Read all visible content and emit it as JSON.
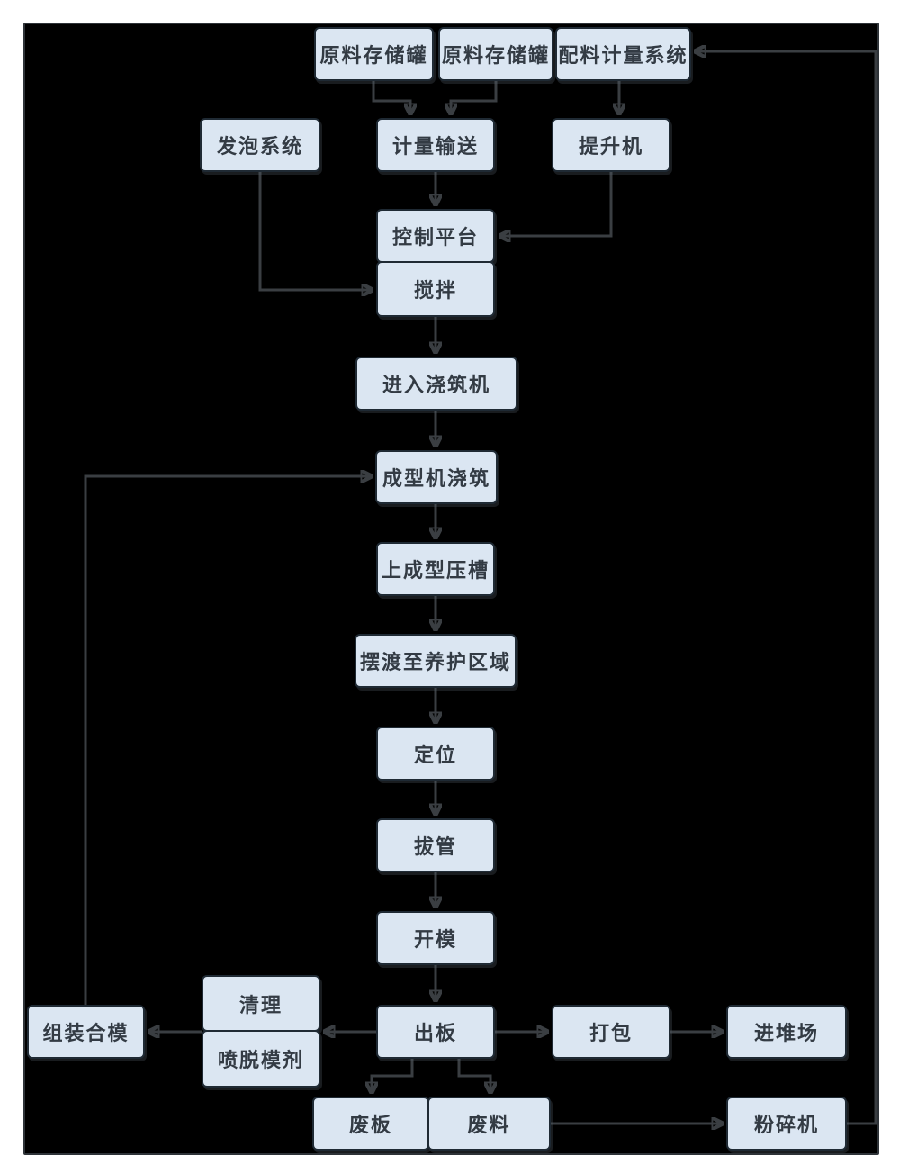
{
  "diagram": {
    "type": "flowchart",
    "language": "zh-CN",
    "colors": {
      "page_background": "#ffffff",
      "canvas_background": "#000000",
      "canvas_border": "#2e3338",
      "node_fill": "#dbe6f2",
      "node_border": "#1f2a34",
      "node_text": "#333b44",
      "connector": "#3a3e42"
    },
    "nodes": {
      "raw_tank_1": {
        "label": "原料存储罐"
      },
      "raw_tank_2": {
        "label": "原料存储罐"
      },
      "batching_system": {
        "label": "配料计量系统"
      },
      "foaming_system": {
        "label": "发泡系统"
      },
      "metering_conveyor": {
        "label": "计量输送"
      },
      "elevator": {
        "label": "提升机"
      },
      "control_platform": {
        "label": "控制平台"
      },
      "mixing": {
        "label": "搅拌"
      },
      "enter_pouring_machine": {
        "label": "进入浇筑机"
      },
      "forming_machine_pouring": {
        "label": "成型机浇筑"
      },
      "upper_forming_groove": {
        "label": "上成型压槽"
      },
      "ferry_to_curing_area": {
        "label": "摆渡至养护区域"
      },
      "positioning": {
        "label": "定位"
      },
      "tube_pulling": {
        "label": "拔管"
      },
      "mold_opening": {
        "label": "开模"
      },
      "board_out": {
        "label": "出板"
      },
      "packing": {
        "label": "打包"
      },
      "into_stockyard": {
        "label": "进堆场"
      },
      "assembly_mold_closing": {
        "label": "组装合模"
      },
      "cleaning": {
        "label": "清理"
      },
      "spray_release_agent": {
        "label": "喷脱模剂"
      },
      "waste_board": {
        "label": "废板"
      },
      "waste_material": {
        "label": "废料"
      },
      "crusher": {
        "label": "粉碎机"
      }
    },
    "edges": [
      {
        "from": "raw_tank_1",
        "to": "metering_conveyor"
      },
      {
        "from": "raw_tank_2",
        "to": "metering_conveyor"
      },
      {
        "from": "batching_system",
        "to": "elevator"
      },
      {
        "from": "metering_conveyor",
        "to": "control_platform"
      },
      {
        "from": "elevator",
        "to": "control_platform"
      },
      {
        "from": "foaming_system",
        "to": "mixing"
      },
      {
        "from": "mixing",
        "to": "enter_pouring_machine"
      },
      {
        "from": "enter_pouring_machine",
        "to": "forming_machine_pouring"
      },
      {
        "from": "forming_machine_pouring",
        "to": "upper_forming_groove"
      },
      {
        "from": "upper_forming_groove",
        "to": "ferry_to_curing_area"
      },
      {
        "from": "ferry_to_curing_area",
        "to": "positioning"
      },
      {
        "from": "positioning",
        "to": "tube_pulling"
      },
      {
        "from": "tube_pulling",
        "to": "mold_opening"
      },
      {
        "from": "mold_opening",
        "to": "board_out"
      },
      {
        "from": "board_out",
        "to": "cleaning"
      },
      {
        "from": "cleaning",
        "to": "assembly_mold_closing"
      },
      {
        "from": "assembly_mold_closing",
        "to": "forming_machine_pouring"
      },
      {
        "from": "board_out",
        "to": "packing"
      },
      {
        "from": "packing",
        "to": "into_stockyard"
      },
      {
        "from": "board_out",
        "to": "waste_board"
      },
      {
        "from": "board_out",
        "to": "waste_material"
      },
      {
        "from": "waste_material",
        "to": "crusher"
      },
      {
        "from": "crusher",
        "to": "batching_system"
      }
    ]
  }
}
